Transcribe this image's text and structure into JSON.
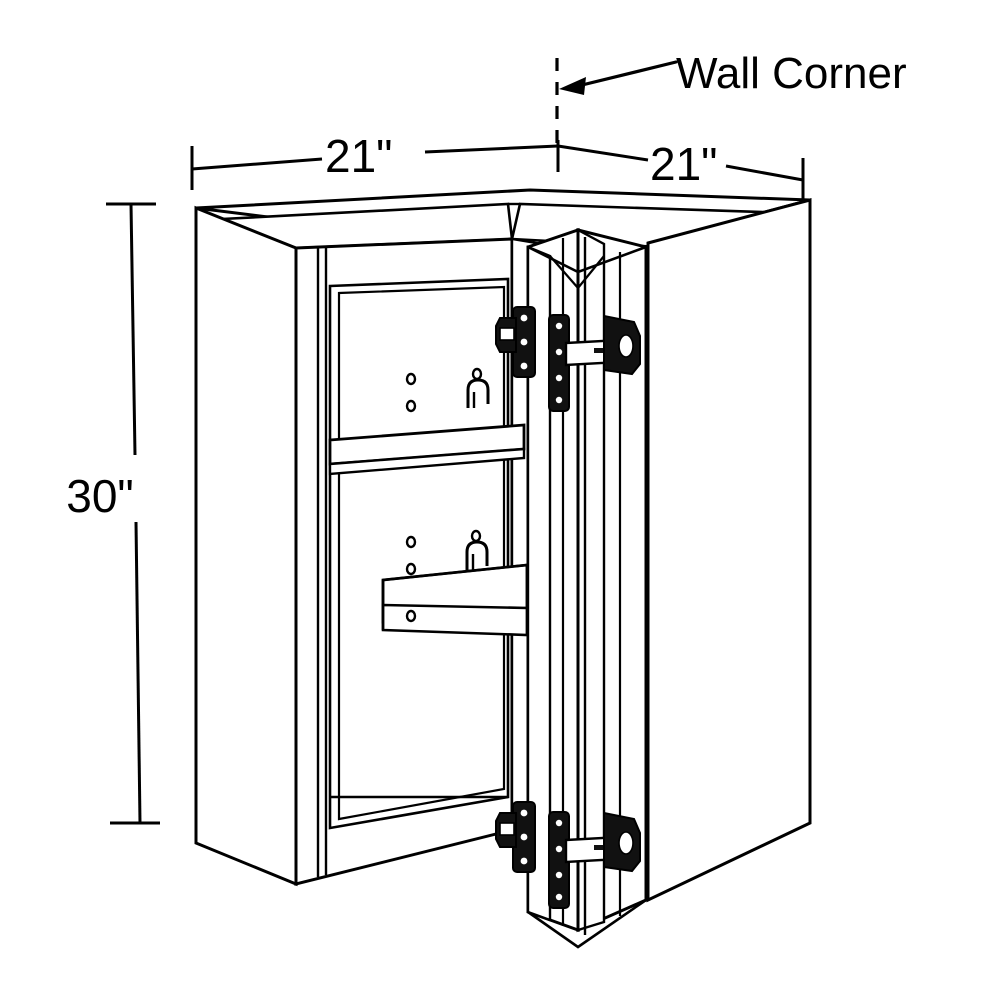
{
  "drawing": {
    "title": "Wall Corner Cabinet Isometric Dimensioned Drawing",
    "product_type": "Square corner wall cabinet with bi-fold door",
    "view": "isometric",
    "background_color": "#ffffff",
    "line_color": "#000000",
    "hardware_color": "#1a1a1a"
  },
  "annotations": {
    "wall_corner_label": "Wall Corner",
    "width_left_label": "21\"",
    "width_right_label": "21\"",
    "height_label": "30\""
  },
  "dimensions": {
    "left_width": {
      "value": 21,
      "unit": "in",
      "display": "21\""
    },
    "right_width": {
      "value": 21,
      "unit": "in",
      "display": "21\""
    },
    "height": {
      "value": 30,
      "unit": "in",
      "display": "30\""
    }
  },
  "features": {
    "shelf_count": 2,
    "door_panels": 2,
    "hinge_count": 2,
    "hinge_positions": [
      "upper",
      "lower"
    ],
    "shelf_pin_hole_groups": 2,
    "shelf_clip_count": 2
  },
  "icons": {
    "arrow": "leader-arrow-left",
    "wall_marker": "dashed-wall-corner-line"
  }
}
